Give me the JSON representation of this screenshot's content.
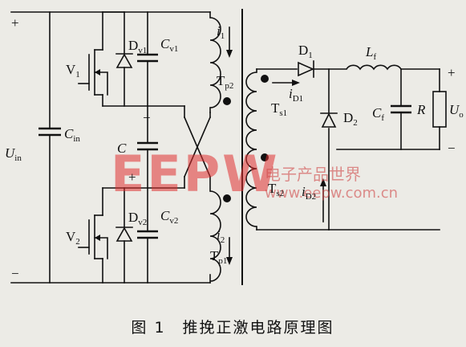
{
  "labels": {
    "plus_left": "+",
    "minus_left": "−",
    "u_in": "U",
    "u_in_sub": "in",
    "c_in": "C",
    "c_in_sub": "in",
    "v1": "V",
    "v1_sub": "1",
    "v2": "V",
    "v2_sub": "2",
    "dv1": "D",
    "dv1_sub": "v1",
    "dv2": "D",
    "dv2_sub": "v2",
    "cv1": "C",
    "cv1_sub": "v1",
    "cv2": "C",
    "cv2_sub": "v2",
    "c_mid": "C",
    "plus_c_top": "−",
    "plus_c_bot": "+",
    "i1": "i",
    "i1_sub": "1",
    "i2": "i",
    "i2_sub": "2",
    "tp2": "T",
    "tp2_sub": "p2",
    "tp1": "T",
    "tp1_sub": "p1",
    "ts1": "T",
    "ts1_sub": "s1",
    "ts2": "T",
    "ts2_sub": "s2",
    "d1": "D",
    "d1_sub": "1",
    "d2": "D",
    "d2_sub": "2",
    "id1": "i",
    "id1_sub": "D1",
    "id2": "i",
    "id2_sub": "D2",
    "lf": "L",
    "lf_sub": "f",
    "cf": "C",
    "cf_sub": "f",
    "r": "R",
    "uo": "U",
    "uo_sub": "o",
    "plus_right": "+",
    "minus_right": "−"
  },
  "caption": "图 1　推挽正激电路原理图",
  "watermark": {
    "logo": "EEPW",
    "cn": "电子产品世界",
    "url": "www.eepw.com.cn"
  }
}
